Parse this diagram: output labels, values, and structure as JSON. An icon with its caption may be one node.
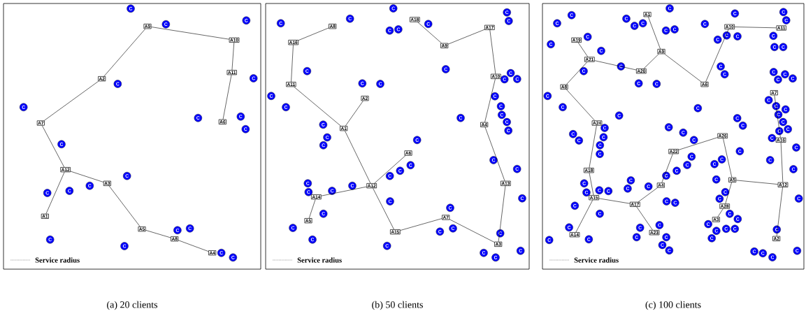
{
  "diagram": {
    "nodes": [
      {
        "text": [],
        "shape": "box",
        "beside": [
          "(a) 20 clients"
        ]
      },
      {
        "text": [
          "A1"
        ],
        "in": 0
      },
      {
        "text": [
          "A2"
        ],
        "in": 0
      },
      {
        "text": [
          "A3"
        ],
        "in": 0
      },
      {
        "text": [
          "A4"
        ],
        "in": 0
      },
      {
        "text": [
          "A5"
        ],
        "in": 0
      },
      {
        "text": [
          "A6"
        ],
        "in": 0
      },
      {
        "text": [
          "A7"
        ],
        "in": 0
      },
      {
        "text": [
          "A8"
        ],
        "in": 0
      },
      {
        "text": [
          "A9"
        ],
        "in": 0
      },
      {
        "text": [
          "A10"
        ],
        "in": 0
      },
      {
        "text": [
          "A11"
        ],
        "in": 0
      },
      {
        "text": [
          "A12"
        ],
        "in": 0
      },
      {
        "text": [
          "C"
        ],
        "in": 0
      },
      {
        "text": [
          "C"
        ],
        "in": 0
      },
      {
        "text": [
          "C"
        ],
        "in": 0
      },
      {
        "text": [
          "C"
        ],
        "in": 0
      },
      {
        "text": [
          "C"
        ],
        "in": 0
      },
      {
        "text": [
          "C"
        ],
        "in": 0
      },
      {
        "text": [
          "C"
        ],
        "in": 0
      },
      {
        "text": [
          "C"
        ],
        "in": 0
      },
      {
        "text": [
          "C"
        ],
        "in": 0
      },
      {
        "text": [
          "C"
        ],
        "in": 0
      },
      {
        "text": [
          "C"
        ],
        "in": 0
      },
      {
        "text": [
          "C"
        ],
        "in": 0
      },
      {
        "text": [
          "C"
        ],
        "in": 0
      },
      {
        "text": [
          "C"
        ],
        "in": 0
      },
      {
        "text": [
          "C"
        ],
        "in": 0
      },
      {
        "text": [
          "C"
        ],
        "in": 0
      },
      {
        "text": [
          "C"
        ],
        "in": 0
      },
      {
        "text": [
          "C"
        ],
        "in": 0
      },
      {
        "text": [
          "C"
        ],
        "in": 0
      },
      {
        "text": [
          "C"
        ],
        "in": 0
      },
      {
        "text": [],
        "shape": "box",
        "beside": [
          "(b) 50 clients"
        ]
      },
      {
        "text": [
          "A1"
        ],
        "in": 33
      },
      {
        "text": [
          "A2"
        ],
        "in": 33
      },
      {
        "text": [
          "A3"
        ],
        "in": 33
      },
      {
        "text": [
          "A4"
        ],
        "in": 33
      },
      {
        "text": [
          "A5"
        ],
        "in": 33
      },
      {
        "text": [
          "A6"
        ],
        "in": 33
      },
      {
        "text": [
          "A7"
        ],
        "in": 33
      },
      {
        "text": [
          "A8"
        ],
        "in": 33
      },
      {
        "text": [
          "A9"
        ],
        "in": 33
      },
      {
        "text": [
          "A10"
        ],
        "in": 33
      },
      {
        "text": [
          "A11"
        ],
        "in": 33
      },
      {
        "text": [
          "A12"
        ],
        "in": 33
      },
      {
        "text": [
          "A13"
        ],
        "in": 33
      },
      {
        "text": [
          "A14"
        ],
        "in": 33
      },
      {
        "text": [
          "A15"
        ],
        "in": 33
      },
      {
        "text": [
          "A16"
        ],
        "in": 33
      },
      {
        "text": [
          "A17"
        ],
        "in": 33
      },
      {
        "text": [
          "A18"
        ],
        "in": 33
      },
      {
        "text": [
          "C"
        ],
        "in": 33
      },
      {
        "text": [
          "C"
        ],
        "in": 33
      },
      {
        "text": [
          "C"
        ],
        "in": 33
      },
      {
        "text": [
          "C"
        ],
        "in": 33
      },
      {
        "text": [
          "C"
        ],
        "in": 33
      },
      {
        "text": [
          "C"
        ],
        "in": 33
      },
      {
        "text": [
          "C"
        ],
        "in": 33
      },
      {
        "text": [
          "C"
        ],
        "in": 33
      },
      {
        "text": [
          "C"
        ],
        "in": 33
      },
      {
        "text": [
          "C"
        ],
        "in": 33
      },
      {
        "text": [
          "C"
        ],
        "in": 33
      },
      {
        "text": [
          "C"
        ],
        "in": 33
      },
      {
        "text": [
          "C"
        ],
        "in": 33
      },
      {
        "text": [
          "C"
        ],
        "in": 33
      },
      {
        "text": [
          "C"
        ],
        "in": 33
      },
      {
        "text": [
          "C"
        ],
        "in": 33
      },
      {
        "text": [
          "C"
        ],
        "in": 33
      },
      {
        "text": [
          "C"
        ],
        "in": 33
      },
      {
        "text": [
          "C"
        ],
        "in": 33
      },
      {
        "text": [
          "C"
        ],
        "in": 33
      },
      {
        "text": [
          "C"
        ],
        "in": 33
      },
      {
        "text": [
          "C"
        ],
        "in": 33
      },
      {
        "text": [
          "C"
        ],
        "in": 33
      },
      {
        "text": [
          "C"
        ],
        "in": 33
      },
      {
        "text": [
          "C"
        ],
        "in": 33
      },
      {
        "text": [
          "C"
        ],
        "in": 33
      },
      {
        "text": [
          "C"
        ],
        "in": 33
      },
      {
        "text": [
          "C"
        ],
        "in": 33
      },
      {
        "text": [
          "C"
        ],
        "in": 33
      },
      {
        "text": [
          "C"
        ],
        "in": 33
      },
      {
        "text": [
          "C"
        ],
        "in": 33
      },
      {
        "text": [
          "C"
        ],
        "in": 33
      },
      {
        "text": [
          "C"
        ],
        "in": 33
      },
      {
        "text": [
          "C"
        ],
        "in": 33
      },
      {
        "text": [
          "C"
        ],
        "in": 33
      },
      {
        "text": [
          "C"
        ],
        "in": 33
      },
      {
        "text": [
          "C"
        ],
        "in": 33
      },
      {
        "text": [
          "C"
        ],
        "in": 33
      },
      {
        "text": [
          "C"
        ],
        "in": 33
      },
      {
        "text": [
          "C"
        ],
        "in": 33
      },
      {
        "text": [
          "C"
        ],
        "in": 33
      },
      {
        "text": [
          "C"
        ],
        "in": 33
      },
      {
        "text": [
          "C"
        ],
        "in": 33
      },
      {
        "text": [
          "C"
        ],
        "in": 33
      },
      {
        "text": [
          "C"
        ],
        "in": 33
      },
      {
        "text": [
          "C"
        ],
        "in": 33
      },
      {
        "text": [
          "C"
        ],
        "in": 33
      },
      {
        "text": [
          "C"
        ],
        "in": 33
      },
      {
        "text": [
          "C"
        ],
        "in": 33
      },
      {
        "text": [],
        "shape": "box",
        "beside": [
          "(c) 100 clients"
        ]
      },
      {
        "text": [
          "A1"
        ],
        "in": 101
      },
      {
        "text": [
          "A2"
        ],
        "in": 101
      },
      {
        "text": [
          "A3"
        ],
        "in": 101
      },
      {
        "text": [
          "A4"
        ],
        "in": 101
      },
      {
        "text": [
          "A5"
        ],
        "in": 101
      },
      {
        "text": [
          "A6"
        ],
        "in": 101
      },
      {
        "text": [
          "A7"
        ],
        "in": 101
      },
      {
        "text": [
          "A8"
        ],
        "in": 101
      },
      {
        "text": [
          "A9"
        ],
        "in": 101
      },
      {
        "text": [
          "A10"
        ],
        "in": 101
      },
      {
        "text": [
          "A11"
        ],
        "in": 101
      },
      {
        "text": [
          "A12"
        ],
        "in": 101
      },
      {
        "text": [
          "A14"
        ],
        "in": 101
      },
      {
        "text": [
          "A15"
        ],
        "in": 101
      },
      {
        "text": [
          "A16"
        ],
        "in": 101
      },
      {
        "text": [
          "A17"
        ],
        "in": 101
      },
      {
        "text": [
          "A18"
        ],
        "in": 101
      },
      {
        "text": [
          "A19"
        ],
        "in": 101
      },
      {
        "text": [
          "A20"
        ],
        "in": 101
      },
      {
        "text": [
          "A21"
        ],
        "in": 101
      },
      {
        "text": [
          "A22"
        ],
        "in": 101
      },
      {
        "text": [
          "A23"
        ],
        "in": 101
      },
      {
        "text": [
          "A24"
        ],
        "in": 101
      },
      {
        "text": [
          "A26"
        ],
        "in": 101
      },
      {
        "text": [
          "A28"
        ],
        "in": 101
      },
      {
        "text": [
          "C"
        ],
        "in": 101
      },
      {
        "text": [
          "C"
        ],
        "in": 101
      },
      {
        "text": [
          "C"
        ],
        "in": 101
      },
      {
        "text": [
          "C"
        ],
        "in": 101
      },
      {
        "text": [
          "C"
        ],
        "in": 101
      },
      {
        "text": [
          "C"
        ],
        "in": 101
      },
      {
        "text": [
          "C"
        ],
        "in": 101
      },
      {
        "text": [
          "C"
        ],
        "in": 101
      },
      {
        "text": [
          "C"
        ],
        "in": 101
      },
      {
        "text": [
          "C"
        ],
        "in": 101
      },
      {
        "text": [
          "C"
        ],
        "in": 101
      },
      {
        "text": [
          "C"
        ],
        "in": 101
      },
      {
        "text": [
          "C"
        ],
        "in": 101
      },
      {
        "text": [
          "C"
        ],
        "in": 101
      },
      {
        "text": [
          "C"
        ],
        "in": 101
      },
      {
        "text": [
          "C"
        ],
        "in": 101
      },
      {
        "text": [
          "C"
        ],
        "in": 101
      },
      {
        "text": [
          "C"
        ],
        "in": 101
      },
      {
        "text": [
          "C"
        ],
        "in": 101
      },
      {
        "text": [
          "C"
        ],
        "in": 101
      },
      {
        "text": [
          "C"
        ],
        "in": 101
      },
      {
        "text": [
          "C"
        ],
        "in": 101
      },
      {
        "text": [
          "C"
        ],
        "in": 101
      },
      {
        "text": [
          "C"
        ],
        "in": 101
      },
      {
        "text": [
          "C"
        ],
        "in": 101
      },
      {
        "text": [
          "C"
        ],
        "in": 101
      },
      {
        "text": [
          "C"
        ],
        "in": 101
      },
      {
        "text": [
          "C"
        ],
        "in": 101
      },
      {
        "text": [
          "C"
        ],
        "in": 101
      },
      {
        "text": [
          "C"
        ],
        "in": 101
      },
      {
        "text": [
          "C"
        ],
        "in": 101
      },
      {
        "text": [
          "C"
        ],
        "in": 101
      },
      {
        "text": [
          "C"
        ],
        "in": 101
      },
      {
        "text": [
          "C"
        ],
        "in": 101
      },
      {
        "text": [
          "C"
        ],
        "in": 101
      },
      {
        "text": [
          "C"
        ],
        "in": 101
      },
      {
        "text": [
          "C"
        ],
        "in": 101
      },
      {
        "text": [
          "C"
        ],
        "in": 101
      },
      {
        "text": [
          "C"
        ],
        "in": 101
      },
      {
        "text": [
          "C"
        ],
        "in": 101
      },
      {
        "text": [
          "C"
        ],
        "in": 101
      },
      {
        "text": [
          "C"
        ],
        "in": 101
      },
      {
        "text": [
          "C"
        ],
        "in": 101
      },
      {
        "text": [
          "C"
        ],
        "in": 101
      },
      {
        "text": [
          "C"
        ],
        "in": 101
      },
      {
        "text": [
          "C"
        ],
        "in": 101
      },
      {
        "text": [
          "C"
        ],
        "in": 101
      },
      {
        "text": [
          "C"
        ],
        "in": 101
      },
      {
        "text": [
          "C"
        ],
        "in": 101
      },
      {
        "text": [
          "C"
        ],
        "in": 101
      },
      {
        "text": [
          "C"
        ],
        "in": 101
      },
      {
        "text": [
          "C"
        ],
        "in": 101
      },
      {
        "text": [
          "C"
        ],
        "in": 101
      },
      {
        "text": [
          "C"
        ],
        "in": 101
      },
      {
        "text": [
          "C"
        ],
        "in": 101
      },
      {
        "text": [
          "C"
        ],
        "in": 101
      },
      {
        "text": [
          "C"
        ],
        "in": 101
      },
      {
        "text": [
          "C"
        ],
        "in": 101
      },
      {
        "text": [
          "C"
        ],
        "in": 101
      },
      {
        "text": [
          "C"
        ],
        "in": 101
      },
      {
        "text": [
          "C"
        ],
        "in": 101
      },
      {
        "text": [
          "C"
        ],
        "in": 101
      },
      {
        "text": [
          "C"
        ],
        "in": 101
      },
      {
        "text": [
          "C"
        ],
        "in": 101
      },
      {
        "text": [
          "C"
        ],
        "in": 101
      },
      {
        "text": [
          "C"
        ],
        "in": 101
      },
      {
        "text": [
          "C"
        ],
        "in": 101
      },
      {
        "text": [
          "C"
        ],
        "in": 101
      },
      {
        "text": [
          "C"
        ],
        "in": 101
      },
      {
        "text": [
          "C"
        ],
        "in": 101
      },
      {
        "text": [
          "C"
        ],
        "in": 101
      },
      {
        "text": [
          "C"
        ],
        "in": 101
      },
      {
        "text": [
          "C"
        ],
        "in": 101
      },
      {
        "text": [
          "C"
        ],
        "in": 101
      },
      {
        "text": [
          "C"
        ],
        "in": 101
      },
      {
        "text": [
          "C"
        ],
        "in": 101
      },
      {
        "text": [
          "C"
        ],
        "in": 101
      },
      {
        "text": [
          "C"
        ],
        "in": 101
      },
      {
        "text": [
          "C"
        ],
        "in": 101
      },
      {
        "text": [
          "C"
        ],
        "in": 101
      },
      {
        "text": [
          "C"
        ],
        "in": 101
      },
      {
        "text": [
          "C"
        ],
        "in": 101
      },
      {
        "text": [
          "C"
        ],
        "in": 101
      },
      {
        "text": [
          "C"
        ],
        "in": 101
      },
      {
        "text": [
          "C"
        ],
        "in": 101
      },
      {
        "text": [
          "C"
        ],
        "in": 101
      },
      {
        "text": [
          "C"
        ],
        "in": 101
      },
      {
        "text": [
          "C"
        ],
        "in": 101
      },
      {
        "text": [
          "C"
        ],
        "in": 101
      },
      {
        "text": [
          "C"
        ],
        "in": 101
      },
      {
        "text": [
          "C"
        ],
        "in": 101
      },
      {
        "text": [
          "C"
        ],
        "in": 101
      },
      {
        "text": [
          "C"
        ],
        "in": 101
      },
      {
        "text": [
          "C"
        ],
        "in": 101
      },
      {
        "text": [
          "C"
        ],
        "in": 101
      },
      {
        "text": [
          "C"
        ],
        "in": 101
      },
      {
        "text": [
          "C"
        ],
        "in": 101
      },
      {
        "text": [
          "C"
        ],
        "in": 101
      },
      {
        "text": [
          "C"
        ],
        "in": 101
      },
      {
        "text": [
          "C"
        ],
        "in": 101
      }
    ],
    "edges": [
      {
        "from": 9,
        "to": 10,
        "arrow": "none"
      },
      {
        "from": 10,
        "to": 11,
        "arrow": "none"
      },
      {
        "from": 11,
        "to": 6,
        "arrow": "none"
      },
      {
        "from": 9,
        "to": 2,
        "arrow": "none"
      },
      {
        "from": 2,
        "to": 7,
        "arrow": "none"
      },
      {
        "from": 7,
        "to": 12,
        "arrow": "none"
      },
      {
        "from": 12,
        "to": 1,
        "arrow": "none"
      },
      {
        "from": 12,
        "to": 3,
        "arrow": "none"
      },
      {
        "from": 3,
        "to": 5,
        "arrow": "none"
      },
      {
        "from": 5,
        "to": 8,
        "arrow": "none"
      },
      {
        "from": 8,
        "to": 4,
        "arrow": "none"
      },
      {
        "from": 41,
        "to": 49,
        "arrow": "none"
      },
      {
        "from": 49,
        "to": 44,
        "arrow": "none"
      },
      {
        "from": 44,
        "to": 34,
        "arrow": "none"
      },
      {
        "from": 35,
        "to": 34,
        "arrow": "none"
      },
      {
        "from": 34,
        "to": 45,
        "arrow": "none"
      },
      {
        "from": 45,
        "to": 39,
        "arrow": "none"
      },
      {
        "from": 45,
        "to": 47,
        "arrow": "none"
      },
      {
        "from": 47,
        "to": 38,
        "arrow": "none"
      },
      {
        "from": 45,
        "to": 48,
        "arrow": "none"
      },
      {
        "from": 48,
        "to": 40,
        "arrow": "none"
      },
      {
        "from": 40,
        "to": 36,
        "arrow": "none"
      },
      {
        "from": 36,
        "to": 46,
        "arrow": "none"
      },
      {
        "from": 46,
        "to": 37,
        "arrow": "none"
      },
      {
        "from": 37,
        "to": 43,
        "arrow": "none"
      },
      {
        "from": 43,
        "to": 50,
        "arrow": "none"
      },
      {
        "from": 50,
        "to": 42,
        "arrow": "none"
      },
      {
        "from": 42,
        "to": 51,
        "arrow": "none"
      },
      {
        "from": 102,
        "to": 110,
        "arrow": "none"
      },
      {
        "from": 119,
        "to": 121,
        "arrow": "none"
      },
      {
        "from": 121,
        "to": 120,
        "arrow": "none"
      },
      {
        "from": 120,
        "to": 110,
        "arrow": "none"
      },
      {
        "from": 110,
        "to": 107,
        "arrow": "none"
      },
      {
        "from": 107,
        "to": 111,
        "arrow": "none"
      },
      {
        "from": 111,
        "to": 112,
        "arrow": "none"
      },
      {
        "from": 121,
        "to": 109,
        "arrow": "none"
      },
      {
        "from": 109,
        "to": 124,
        "arrow": "none"
      },
      {
        "from": 124,
        "to": 118,
        "arrow": "none"
      },
      {
        "from": 118,
        "to": 115,
        "arrow": "none"
      },
      {
        "from": 115,
        "to": 114,
        "arrow": "none"
      },
      {
        "from": 115,
        "to": 117,
        "arrow": "none"
      },
      {
        "from": 117,
        "to": 105,
        "arrow": "none"
      },
      {
        "from": 105,
        "to": 122,
        "arrow": "none"
      },
      {
        "from": 122,
        "to": 125,
        "arrow": "none"
      },
      {
        "from": 125,
        "to": 106,
        "arrow": "none"
      },
      {
        "from": 106,
        "to": 126,
        "arrow": "none"
      },
      {
        "from": 126,
        "to": 104,
        "arrow": "none"
      },
      {
        "from": 106,
        "to": 113,
        "arrow": "none"
      },
      {
        "from": 113,
        "to": 116,
        "arrow": "none"
      },
      {
        "from": 116,
        "to": 108,
        "arrow": "none"
      },
      {
        "from": 113,
        "to": 103,
        "arrow": "none"
      },
      {
        "from": 117,
        "to": 123,
        "arrow": "none"
      }
    ],
    "legend": [
      {
        "text": "Service radius"
      },
      {
        "text": "Service radius"
      },
      {
        "text": "Service radius"
      }
    ]
  }
}
